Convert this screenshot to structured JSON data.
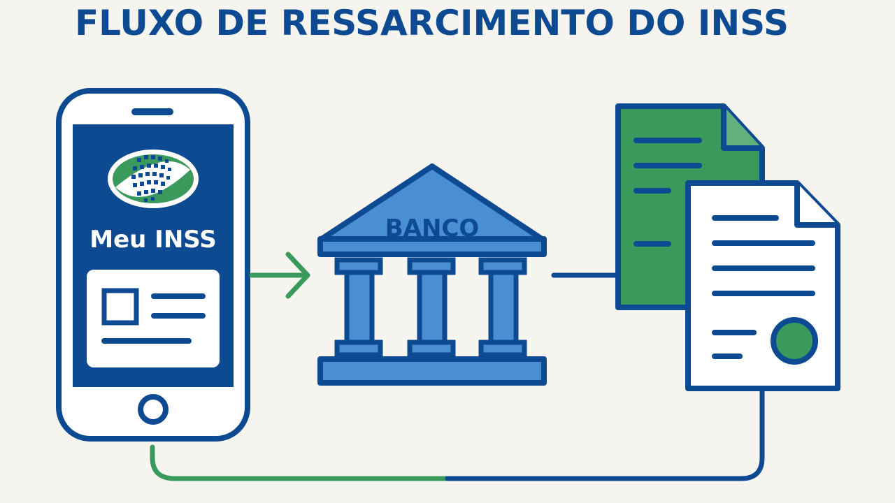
{
  "title": "FLUXO DE RESSARCIMENTO DO INSS",
  "phone": {
    "app_name": "Meu INSS",
    "icon": "inss-logo"
  },
  "bank": {
    "label": "BANCO",
    "icon": "bank-building-icon"
  },
  "documents": {
    "icon": "document-stack-icon"
  },
  "colors": {
    "primary_blue": "#0d4a92",
    "bank_blue": "#4a8fd1",
    "green": "#3a9a5b",
    "background": "#f6f4ef"
  }
}
